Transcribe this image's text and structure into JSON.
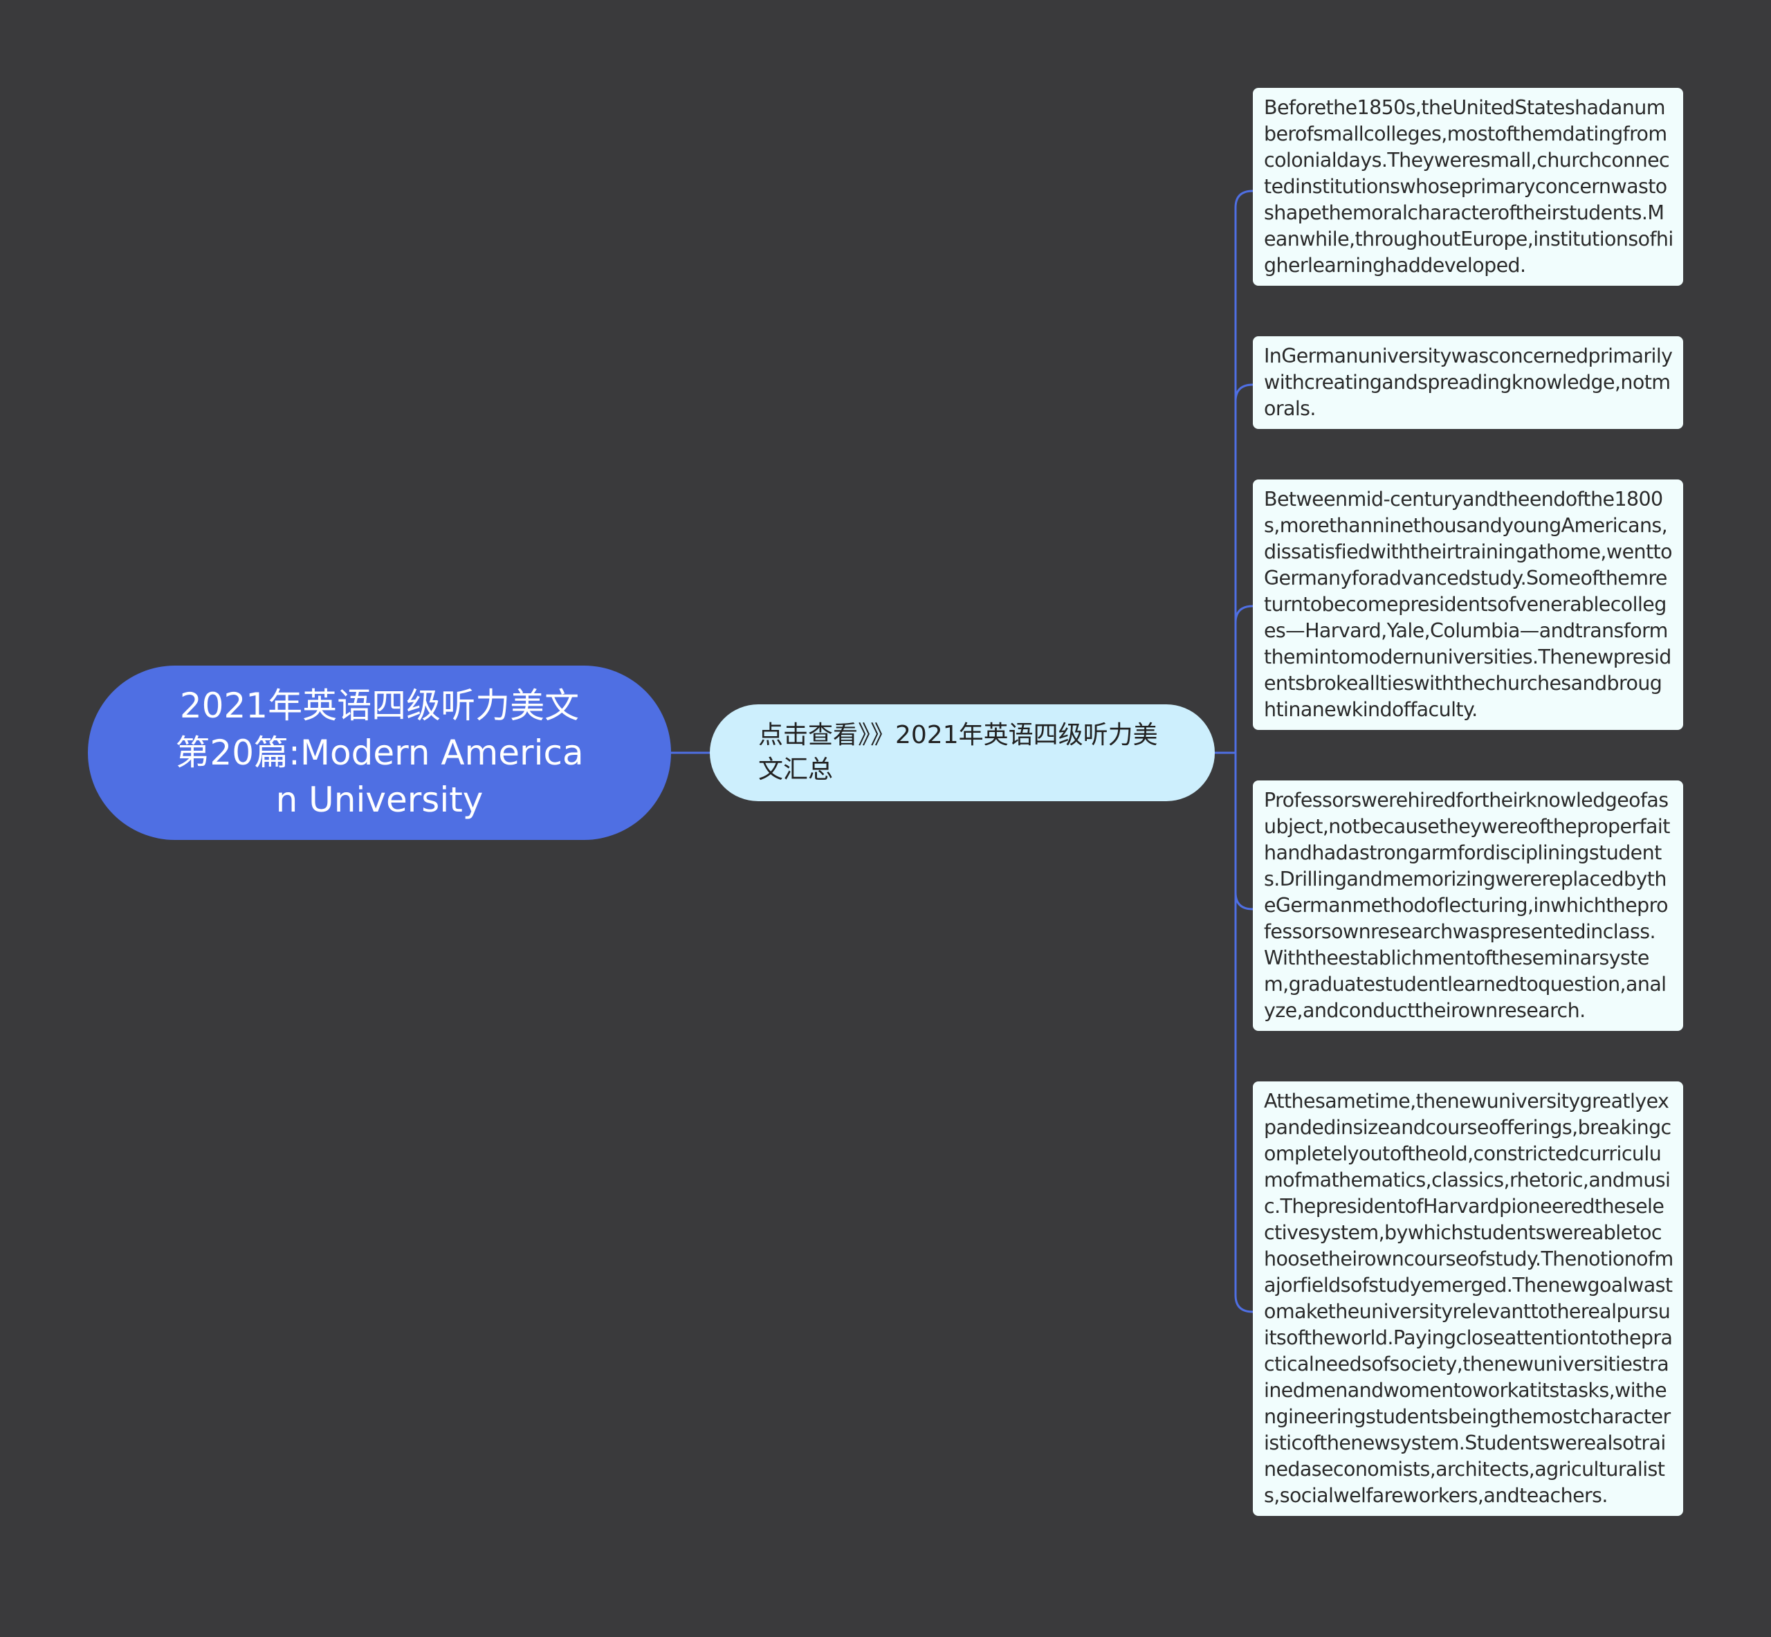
{
  "mindmap": {
    "root": {
      "label": "2021年英语四级听力美文第20篇:Modern American University"
    },
    "branch": {
      "label": "点击查看》》2021年英语四级听力美文汇总"
    },
    "leaves": [
      {
        "text": "Beforethe1850s,theUnitedStateshadanumberofsmallcolleges,mostofthemdatingfromcolonialdays.Theyweresmall,churchconnectedinstitutionswhoseprimaryconcernwastoshapethemoralcharacteroftheirstudents.Meanwhile,throughoutEurope,institutionsofhigherlearninghaddeveloped."
      },
      {
        "text": "InGermanuniversitywasconcernedprimarilywithcreatingandspreadingknowledge,notmorals."
      },
      {
        "text": "Betweenmid-centuryandtheendofthe1800s,morethanninethousandyoungAmericans,dissatisfiedwiththeirtrainingathome,wenttoGermanyforadvancedstudy.Someofthemreturntobecomepresidentsofvenerablecolleges—Harvard,Yale,Columbia—andtransformthemintomodernuniversities.Thenewpresidentsbrokealltieswiththechurchesandbroughtinanewkindoffaculty."
      },
      {
        "text": "Professorswerehiredfortheirknowledgeofasubject,notbecausetheywereoftheproperfaithandhadastrongarmfordiscipliningstudents.DrillingandmemorizingwerereplacedbytheGermanmethodoflecturing,inwhichtheprofessorsownresearchwaspresentedinclass.Withtheestablichmentoftheseminarsystem,graduatestudentlearnedtoquestion,analyze,andconducttheirownresearch."
      },
      {
        "text": "Atthesametime,thenewuniversitygreatlyexpandedinsizeandcourseofferings,breakingcompletelyoutoftheold,constrictedcurriculumofmathematics,classics,rhetoric,andmusic.ThepresidentofHarvardpioneeredtheselectivesystem,bywhichstudentswereabletochoosetheirowncourseofstudy.Thenotionofmajorfieldsofstudyemerged.Thenewgoalwastomaketheuniversityrelevanttotherealpursuitsoftheworld.Payingcloseattentiontothepracticalneedsofsociety,thenewuniversitiestrainedmenandwomentoworkatitstasks,withengineeringstudentsbeingthemostcharacteristicofthenewsystem.Studentswerealsotrainedaseconomists,architects,agriculturalists,socialwelfareworkers,andteachers."
      }
    ]
  },
  "colors": {
    "background": "#3a3a3c",
    "root_fill": "#4f6fe3",
    "branch_fill": "#cdeffd",
    "leaf_fill": "#f1fdfd",
    "connector": "#4f6fe3"
  }
}
